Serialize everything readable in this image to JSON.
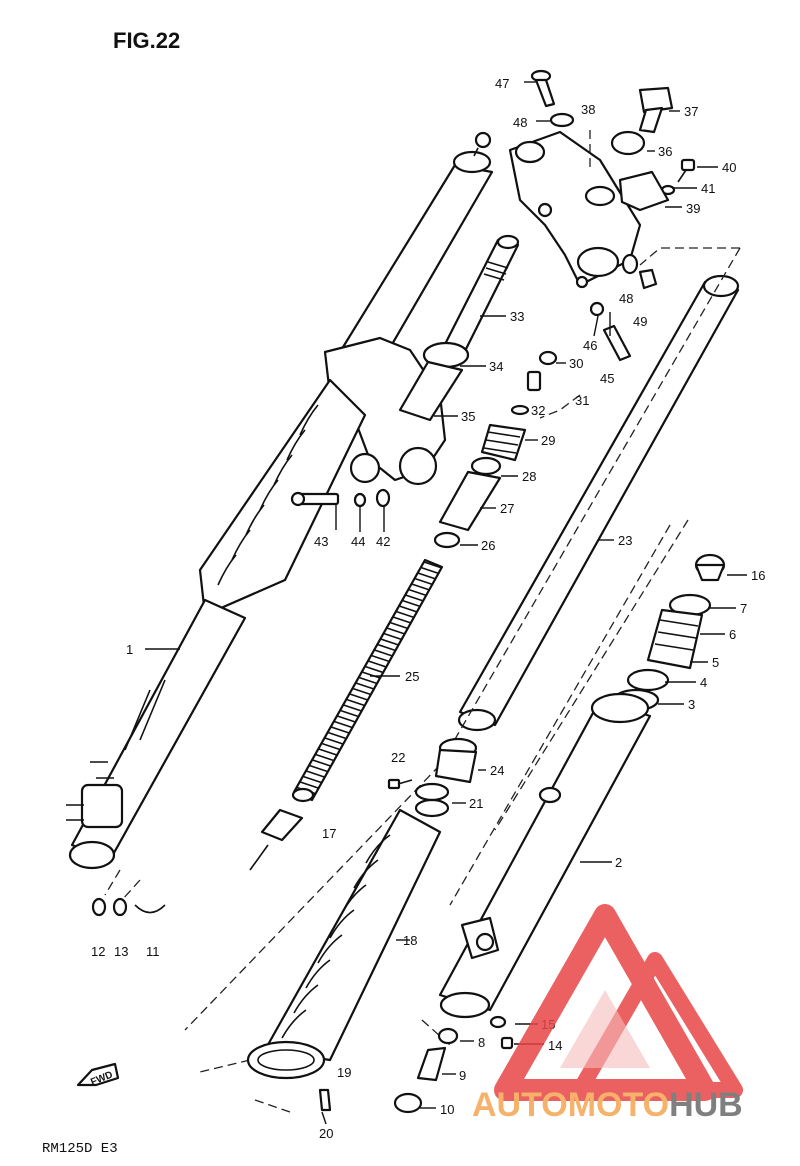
{
  "figure": {
    "title": "FIG.22",
    "model_code": "RM125D E3",
    "direction_label": "FWD"
  },
  "watermark": {
    "part1": "AUTOMOTO",
    "part2": "HUB",
    "colors": {
      "triangle": "#e84545",
      "text_orange": "#f6b26b",
      "text_gray": "#7f7f7f"
    }
  },
  "part_labels": [
    "1",
    "2",
    "3",
    "4",
    "5",
    "6",
    "7",
    "8",
    "9",
    "10",
    "11",
    "12",
    "13",
    "14",
    "15",
    "16",
    "17",
    "18",
    "19",
    "20",
    "21",
    "22",
    "23",
    "24",
    "25",
    "26",
    "27",
    "28",
    "29",
    "30",
    "31",
    "32",
    "33",
    "34",
    "35",
    "36",
    "37",
    "38",
    "39",
    "40",
    "41",
    "42",
    "43",
    "44",
    "45",
    "46",
    "47",
    "48",
    "48",
    "49"
  ]
}
